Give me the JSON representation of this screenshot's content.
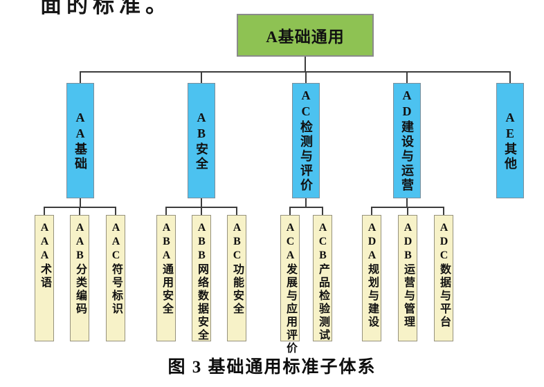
{
  "page": {
    "top_clipped_text": "面的标准。",
    "caption": "图 3  基础通用标准子体系"
  },
  "tree": {
    "root": {
      "label": "A基础通用"
    },
    "branches": [
      {
        "label": "AA基础",
        "children": [
          {
            "label": "AAA术语"
          },
          {
            "label": "AAB分类编码"
          },
          {
            "label": "AAC符号标识"
          }
        ]
      },
      {
        "label": "AB安全",
        "children": [
          {
            "label": "ABA通用安全"
          },
          {
            "label": "ABB网络数据安全"
          },
          {
            "label": "ABC功能安全"
          }
        ]
      },
      {
        "label": "AC检测与评价",
        "children": [
          {
            "label": "ACA发展与应用评价"
          },
          {
            "label": "ACB产品检验测试"
          }
        ]
      },
      {
        "label": "AD建设与运营",
        "children": [
          {
            "label": "ADA规划与建设"
          },
          {
            "label": "ADB运营与管理"
          },
          {
            "label": "ADC数据与平台"
          }
        ]
      },
      {
        "label": "AE其他",
        "children": []
      }
    ]
  },
  "colors": {
    "root_fill": "#8EC253",
    "branch_fill": "#4CC2F0",
    "leaf_fill": "#F7F2C8",
    "line": "#3C3C3C"
  }
}
